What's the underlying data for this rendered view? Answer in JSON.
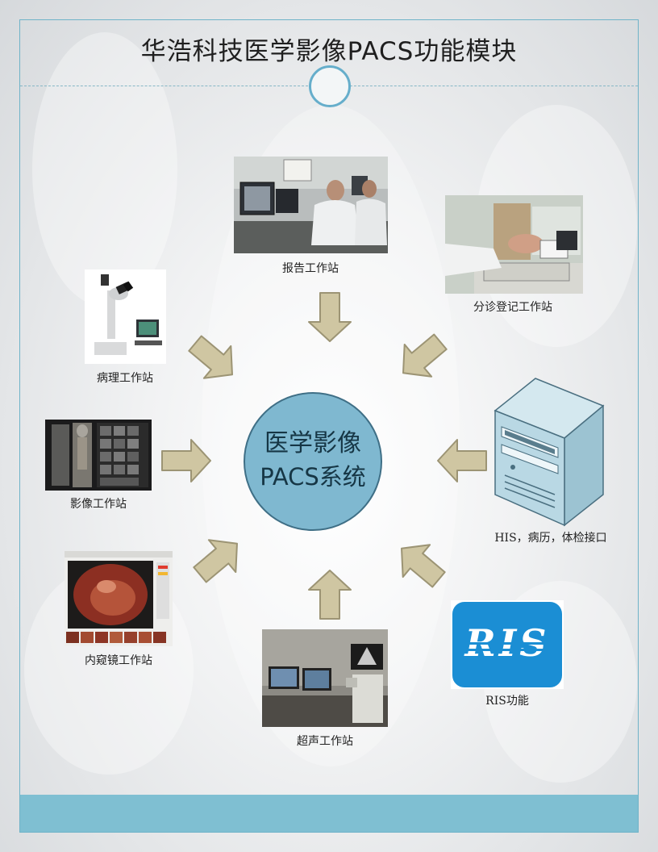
{
  "title": "华浩科技医学影像PACS功能模块",
  "hub": {
    "line1": "医学影像",
    "line2": "PACS系统"
  },
  "nodes": [
    {
      "id": "report",
      "label": "报告工作站"
    },
    {
      "id": "triage",
      "label": "分诊登记工作站"
    },
    {
      "id": "pathology",
      "label": "病理工作站"
    },
    {
      "id": "imaging",
      "label": "影像工作站"
    },
    {
      "id": "his",
      "label": "HIS，病历，体检接口"
    },
    {
      "id": "endoscopy",
      "label": "内窥镜工作站"
    },
    {
      "id": "ultrasound",
      "label": "超声工作站"
    },
    {
      "id": "ris",
      "label": "RIS功能",
      "logo_text": "RIS"
    }
  ],
  "colors": {
    "frame": "#6fb3c8",
    "hub_fill": "#7fb8d0",
    "arrow_fill": "#cfc6a2",
    "footer": "#7fbfd2"
  }
}
